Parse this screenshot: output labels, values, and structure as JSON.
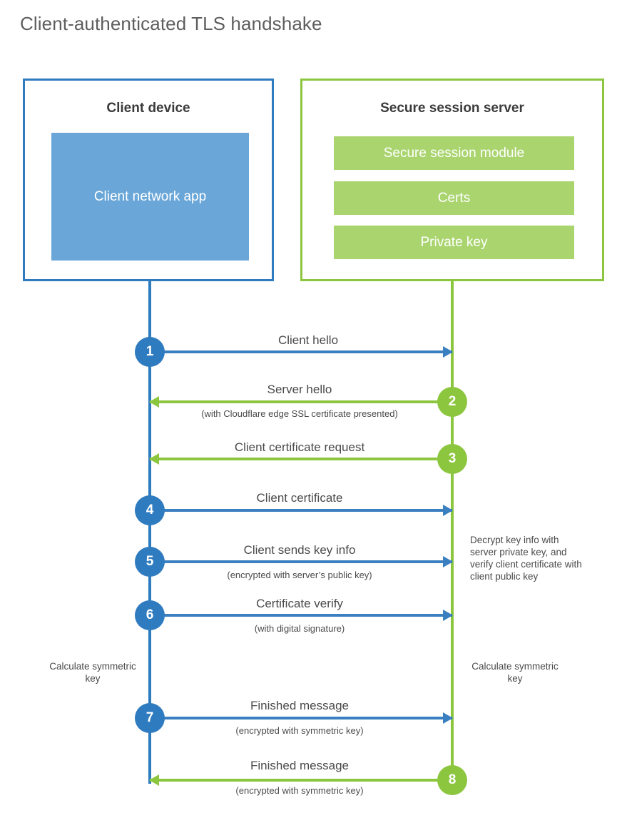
{
  "title": "Client-authenticated TLS handshake",
  "colors": {
    "blue": "#2f7bbf",
    "blue_fill": "#6aa7d8",
    "blue_arrow": "#3a80c1",
    "green": "#8cc63f",
    "green_fill": "#a9d46e",
    "text": "#4a4a4a",
    "title_text": "#5e5e5e"
  },
  "client": {
    "title": "Client device",
    "app_label": "Client network app"
  },
  "server": {
    "title": "Secure session server",
    "bars": [
      {
        "label": "Secure session module"
      },
      {
        "label": "Certs"
      },
      {
        "label": "Private key"
      }
    ]
  },
  "steps": [
    {
      "number": "1",
      "side": "client",
      "direction": "right",
      "label": "Client hello",
      "sublabel": ""
    },
    {
      "number": "2",
      "side": "server",
      "direction": "left",
      "label": "Server hello",
      "sublabel": "(with Cloudflare edge SSL certificate presented)"
    },
    {
      "number": "3",
      "side": "server",
      "direction": "left",
      "label": "Client certificate request",
      "sublabel": ""
    },
    {
      "number": "4",
      "side": "client",
      "direction": "right",
      "label": "Client certificate",
      "sublabel": ""
    },
    {
      "number": "5",
      "side": "client",
      "direction": "right",
      "label": "Client sends key info",
      "sublabel": "(encrypted with server’s public key)"
    },
    {
      "number": "6",
      "side": "client",
      "direction": "right",
      "label": "Certificate verify",
      "sublabel": "(with digital signature)"
    },
    {
      "number": "7",
      "side": "client",
      "direction": "right",
      "label": "Finished message",
      "sublabel": "(encrypted with symmetric key)"
    },
    {
      "number": "8",
      "side": "server",
      "direction": "left",
      "label": "Finished message",
      "sublabel": "(encrypted with symmetric key)"
    }
  ],
  "notes": {
    "server_decrypt": "Decrypt key info with server private key, and verify client certificate with client public key",
    "client_calc": "Calculate symmetric key",
    "server_calc": "Calculate symmetric key"
  }
}
